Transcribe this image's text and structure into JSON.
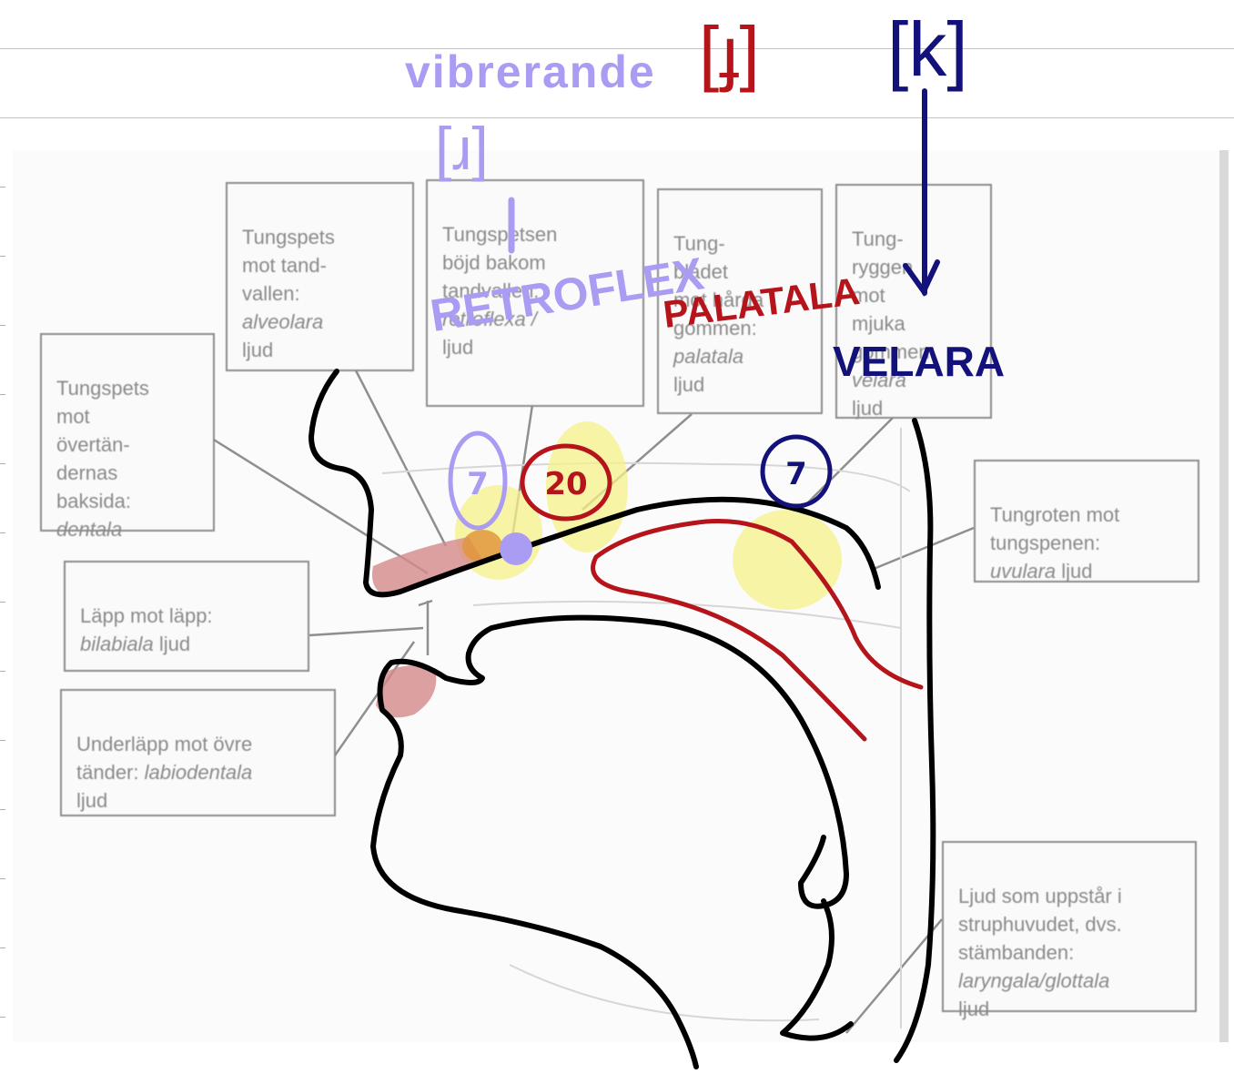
{
  "boxes": {
    "alveolara": {
      "lines": [
        "Tungspets",
        "mot tand-",
        "vallen:"
      ],
      "italic": "alveolara",
      "tail": "ljud"
    },
    "retroflexa": {
      "lines": [
        "Tungspetsen",
        "böjd bakom",
        "tandvallen:"
      ],
      "italic": "retroflexa /",
      "tail": "ljud"
    },
    "palatala": {
      "lines": [
        "Tung-",
        "bladet",
        "mot hårda",
        "gommen:"
      ],
      "italic": "palatala",
      "tail": "ljud"
    },
    "velara": {
      "lines": [
        "Tung-",
        "ryggen",
        "mot",
        "mjuka",
        "gommen:"
      ],
      "italic": "velara",
      "tail": "ljud"
    },
    "dentala": {
      "lines": [
        "Tungspets",
        "mot",
        "övertän-",
        "dernas",
        "baksida:"
      ],
      "italic": "dentala",
      "tail": ""
    },
    "bilabiala": {
      "lines": [
        "Läpp mot läpp:"
      ],
      "italic": "bilabiala",
      "tail": "ljud"
    },
    "labiodentala": {
      "lines": [
        "Underläpp mot övre",
        "tänder:"
      ],
      "italic": "labiodentala",
      "tail": "ljud"
    },
    "uvulara": {
      "lines": [
        "Tungroten mot",
        "tungspenen:"
      ],
      "italic": "uvulara",
      "tail": "ljud"
    },
    "laryngala": {
      "lines": [
        "Ljud som uppstår i",
        "struphuvudet, dvs.",
        "stämbanden:"
      ],
      "italic": "laryngala/glottala",
      "tail": "ljud"
    }
  },
  "annotations": {
    "vibrerande": "vibrerande",
    "bracket_red": "[ɟ]",
    "bracket_purple": "[ɹ]",
    "bracket_navy": "[k]",
    "retroflex": "RETROFLEX",
    "palatala": "PALATALA",
    "velara": "VELARA",
    "count_purple": "7",
    "count_red": "20",
    "count_navy": "7"
  },
  "colors": {
    "purple": "#a99cf2",
    "red": "#b5141b",
    "navy": "#12127a",
    "highlight": "#f6f28a",
    "lip": "#d48a8a"
  }
}
